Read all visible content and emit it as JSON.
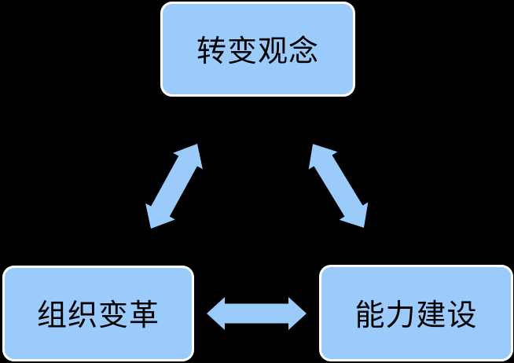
{
  "diagram": {
    "type": "cycle-relationship-diagram",
    "nodes": [
      {
        "id": "change-mindset",
        "label": "转变观念",
        "position": "top"
      },
      {
        "id": "organizational-change",
        "label": "组织变革",
        "position": "bottom-left"
      },
      {
        "id": "capability-building",
        "label": "能力建设",
        "position": "bottom-right"
      }
    ],
    "edges": [
      {
        "from": "change-mindset",
        "to": "organizational-change",
        "style": "double-headed-arrow"
      },
      {
        "from": "change-mindset",
        "to": "capability-building",
        "style": "double-headed-arrow"
      },
      {
        "from": "organizational-change",
        "to": "capability-building",
        "style": "double-headed-arrow"
      }
    ],
    "colors": {
      "background": "#000000",
      "node_fill": "#9ACBFA",
      "node_border": "#FFFFFF",
      "arrow_fill": "#9ACBFA",
      "text": "#000000"
    }
  }
}
